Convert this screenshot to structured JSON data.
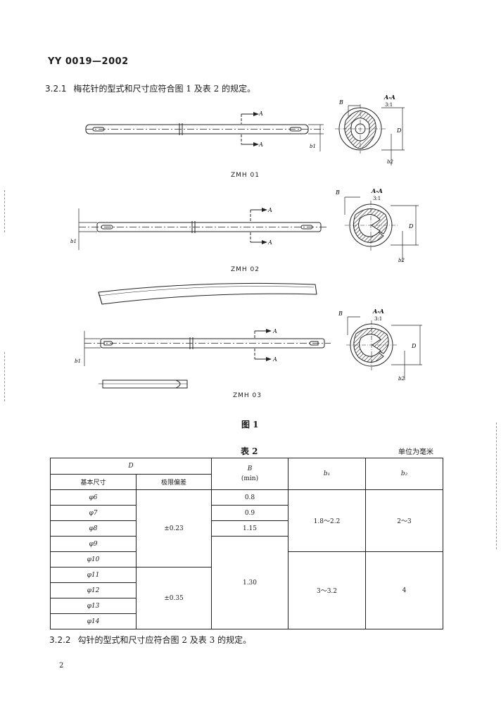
{
  "header": {
    "standard_code": "YY 0019—2002"
  },
  "clause_321": {
    "number": "3.2.1",
    "text": "梅花针的型式和尺寸应符合图 1 及表 2 的规定。"
  },
  "figure": {
    "captions": [
      "ZMH 01",
      "ZMH 02",
      "ZMH 03"
    ],
    "title": "图 1",
    "labels": {
      "section_A": "A",
      "section_AA": "A-A",
      "scale": "3:1",
      "B": "B",
      "D": "D",
      "b1": "b1",
      "b2": "b2"
    }
  },
  "table2": {
    "title": "表 2",
    "unit": "单位为毫米",
    "headers": {
      "D": "D",
      "basic_size": "基本尺寸",
      "limit_deviation": "极限偏差",
      "B": "B",
      "B_sub": "(min)",
      "b1": "b₁",
      "b2": "b₂"
    },
    "basic_sizes": [
      "φ6",
      "φ7",
      "φ8",
      "φ9",
      "φ10",
      "φ11",
      "φ12",
      "φ13",
      "φ14"
    ],
    "deviations": [
      "±0.23",
      "±0.35"
    ],
    "B_values": [
      "0.8",
      "0.9",
      "1.15",
      "1.30"
    ],
    "b1_values": [
      "1.8～2.2",
      "3～3.2"
    ],
    "b2_values": [
      "2～3",
      "4"
    ]
  },
  "clause_322": {
    "number": "3.2.2",
    "text": "勾针的型式和尺寸应符合图 2 及表 3 的规定。"
  },
  "page_number": "2"
}
